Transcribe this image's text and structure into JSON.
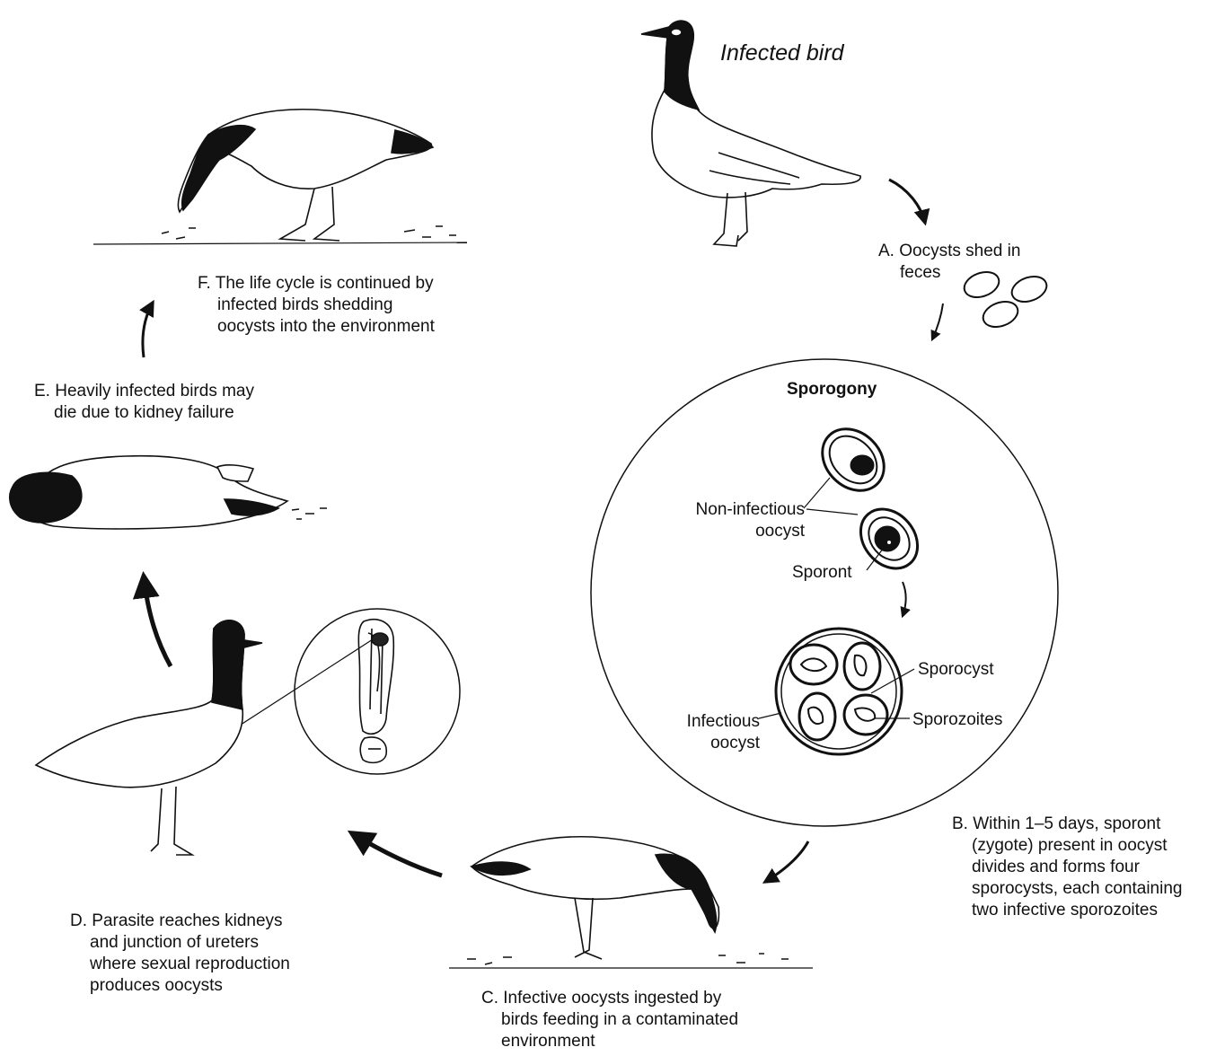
{
  "title": "Infected bird",
  "sporogony_title": "Sporogony",
  "steps": {
    "a": {
      "letter": "A.",
      "lines": [
        "Oocysts shed in",
        "feces"
      ]
    },
    "b": {
      "letter": "B.",
      "lines": [
        "Within 1–5 days, sporont",
        "(zygote) present in oocyst",
        "divides and forms four",
        "sporocysts, each containing",
        "two infective sporozoites"
      ]
    },
    "c": {
      "letter": "C.",
      "lines": [
        "Infective oocysts ingested by",
        "birds feeding in a contaminated",
        "environment"
      ]
    },
    "d": {
      "letter": "D.",
      "lines": [
        "Parasite reaches kidneys",
        "and junction of ureters",
        "where sexual reproduction",
        "produces oocysts"
      ]
    },
    "e": {
      "letter": "E.",
      "lines": [
        "Heavily infected birds may",
        "die due to kidney failure"
      ]
    },
    "f": {
      "letter": "F.",
      "lines": [
        "The life cycle is continued by",
        "infected birds shedding",
        "oocysts into the environment"
      ]
    }
  },
  "labels": {
    "non_infectious": [
      "Non-infectious",
      "oocyst"
    ],
    "sporont": "Sporont",
    "infectious": [
      "Infectious",
      "oocyst"
    ],
    "sporocyst": "Sporocyst",
    "sporozoites": "Sporozoites"
  },
  "icons": [
    "goose-standing-icon",
    "goose-feeding-icon",
    "goose-dead-icon",
    "oocyst-icon",
    "kidney-icon",
    "cycle-arrow-icon"
  ],
  "colors": {
    "ink": "#111111",
    "background": "#ffffff"
  }
}
